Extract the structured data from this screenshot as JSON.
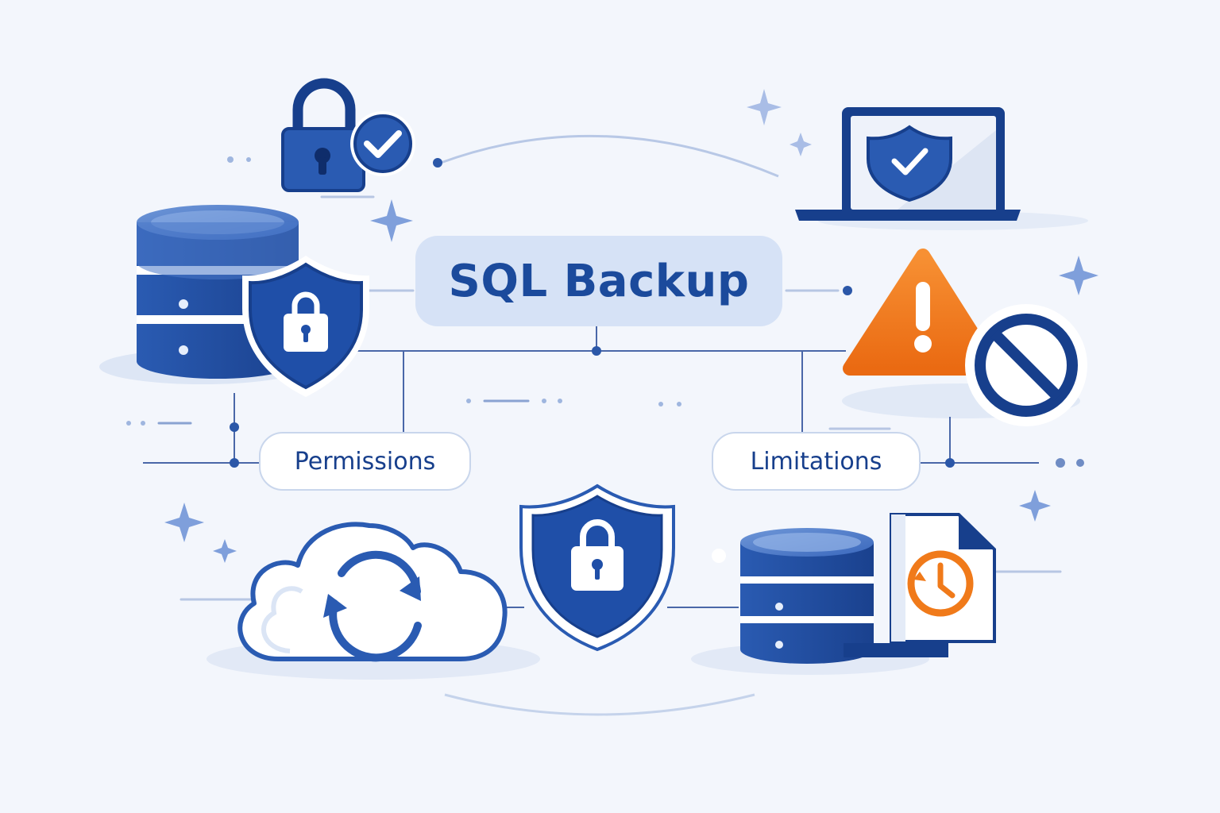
{
  "diagram": {
    "title": "SQL Backup",
    "nodes": [
      {
        "label": "Permissions"
      },
      {
        "label": "Limitations"
      }
    ],
    "icons": [
      "padlock-check-icon",
      "laptop-shield-icon",
      "database-shield-icon",
      "warning-icon",
      "prohibited-icon",
      "cloud-sync-icon",
      "shield-lock-icon",
      "database-backup-file-icon"
    ]
  },
  "colors": {
    "primary_blue": "#1f4fa8",
    "dark_blue": "#173f8c",
    "light_blue": "#d6e2f6",
    "orange": "#f07a1a",
    "background": "#f3f6fc"
  }
}
